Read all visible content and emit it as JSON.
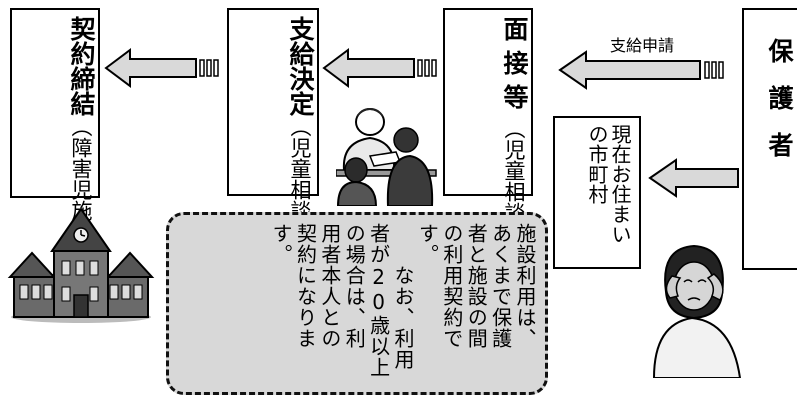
{
  "boxes": {
    "contract": {
      "title": "契約締結",
      "sub": "（障害児施設）"
    },
    "decision": {
      "title": "支給決定",
      "sub": "（児童相談所）"
    },
    "interview": {
      "title": "面接等",
      "sub": "（児童相談所）"
    },
    "city": {
      "line1": "現在お住まい",
      "line2": "の市町村"
    },
    "guardian": {
      "title": "保護者"
    }
  },
  "arrow_label": "支給申請",
  "note": {
    "text": "施設利用は、\nあくまで保護\n者と施設の間\nの利用契約で\nす。\n　　なお、利用\n者が20歳以上\nの場合は、利\n用者本人との\n契約になりま\nす。"
  },
  "illustrations": [
    "building-illustration",
    "meeting-people-illustration",
    "worried-woman-illustration"
  ]
}
